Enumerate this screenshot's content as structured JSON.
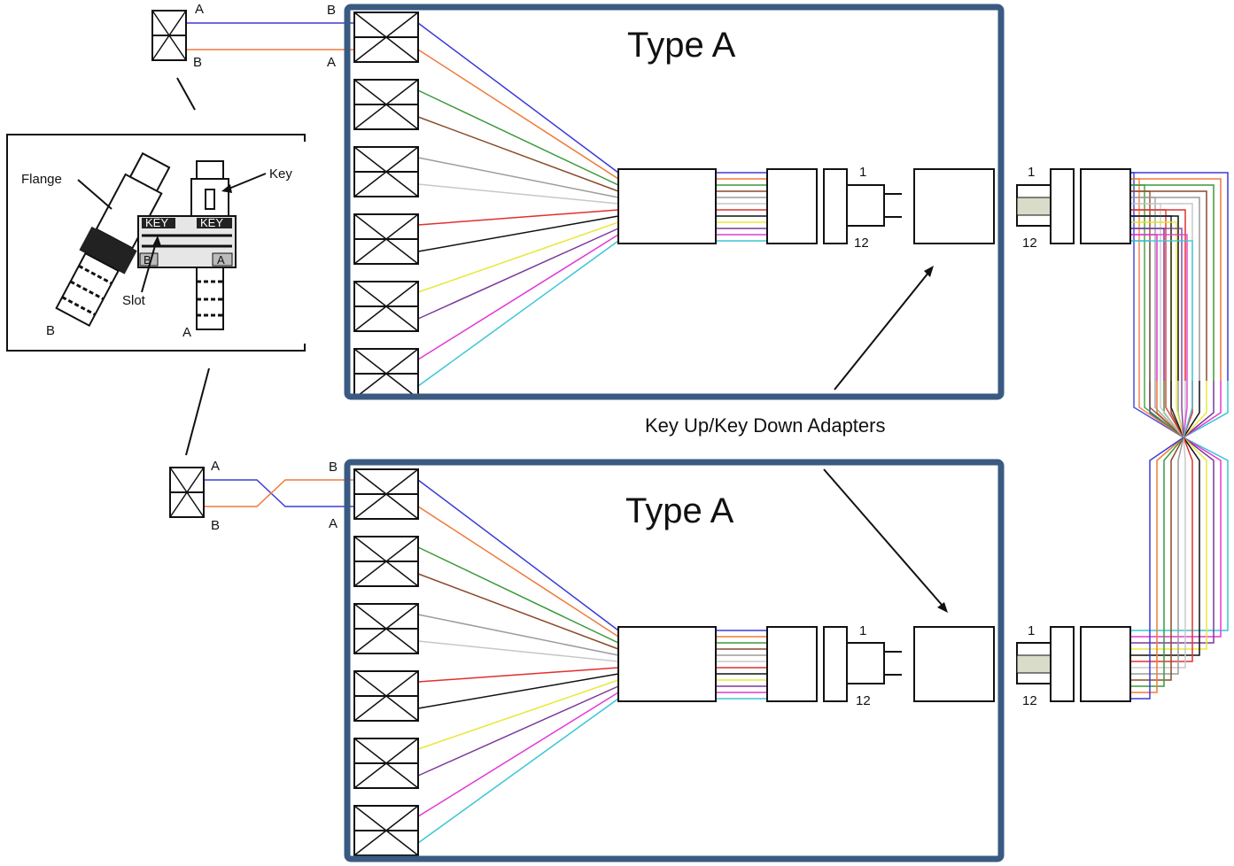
{
  "panels": [
    {
      "title": "Type A",
      "patch": {
        "left_end_a": "A",
        "left_end_b": "B",
        "right_end_a": "B",
        "right_end_b": "A"
      },
      "trunk": {
        "fiber_first": "1",
        "fiber_last": "12"
      }
    },
    {
      "title": "Type A",
      "patch": {
        "left_end_a": "A",
        "left_end_b": "B",
        "right_end_a": "B",
        "right_end_b": "A"
      },
      "trunk": {
        "fiber_first": "1",
        "fiber_last": "12"
      }
    }
  ],
  "right_connectors": [
    {
      "fiber_first": "1",
      "fiber_last": "12"
    },
    {
      "fiber_first": "1",
      "fiber_last": "12"
    }
  ],
  "adapter_note": "Key Up/Key Down Adapters",
  "detail": {
    "flange_label": "Flange",
    "key_label": "Key",
    "slot_label": "Slot",
    "left_end": "B",
    "right_end": "A",
    "key_text_1": "KEY",
    "key_text_2": "KEY"
  },
  "fiber_colors": [
    "#3b3bd6",
    "#f07a3a",
    "#3a9a3a",
    "#8b4a2b",
    "#9c9c9c",
    "#c8c8c8",
    "#e0302e",
    "#111111",
    "#e8e83a",
    "#7a3a9a",
    "#e03ad6",
    "#3ac6d6"
  ],
  "frame_color": "#3a5a82"
}
